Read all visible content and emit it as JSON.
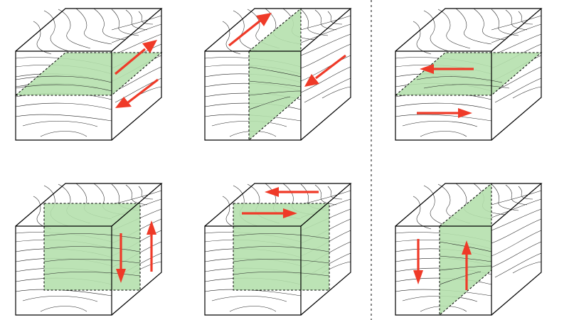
{
  "colors": {
    "plane": "#b5e0ad",
    "arrow": "#ef3a28",
    "edge": "#000000",
    "grain": "#222222"
  },
  "blocks": [
    {
      "id": "block-1",
      "plane": "horizontal",
      "arrows": "end-grain-shear"
    },
    {
      "id": "block-2",
      "plane": "vertical-diagonal",
      "arrows": "diagonal-shear"
    },
    {
      "id": "block-3",
      "plane": "horizontal",
      "arrows": "rolling-shear"
    },
    {
      "id": "block-4",
      "plane": "vertical-front",
      "arrows": "vertical-shear"
    },
    {
      "id": "block-5",
      "plane": "vertical-front",
      "arrows": "horizontal-shear"
    },
    {
      "id": "block-6",
      "plane": "vertical-diagonal",
      "arrows": "vertical-shear"
    }
  ]
}
